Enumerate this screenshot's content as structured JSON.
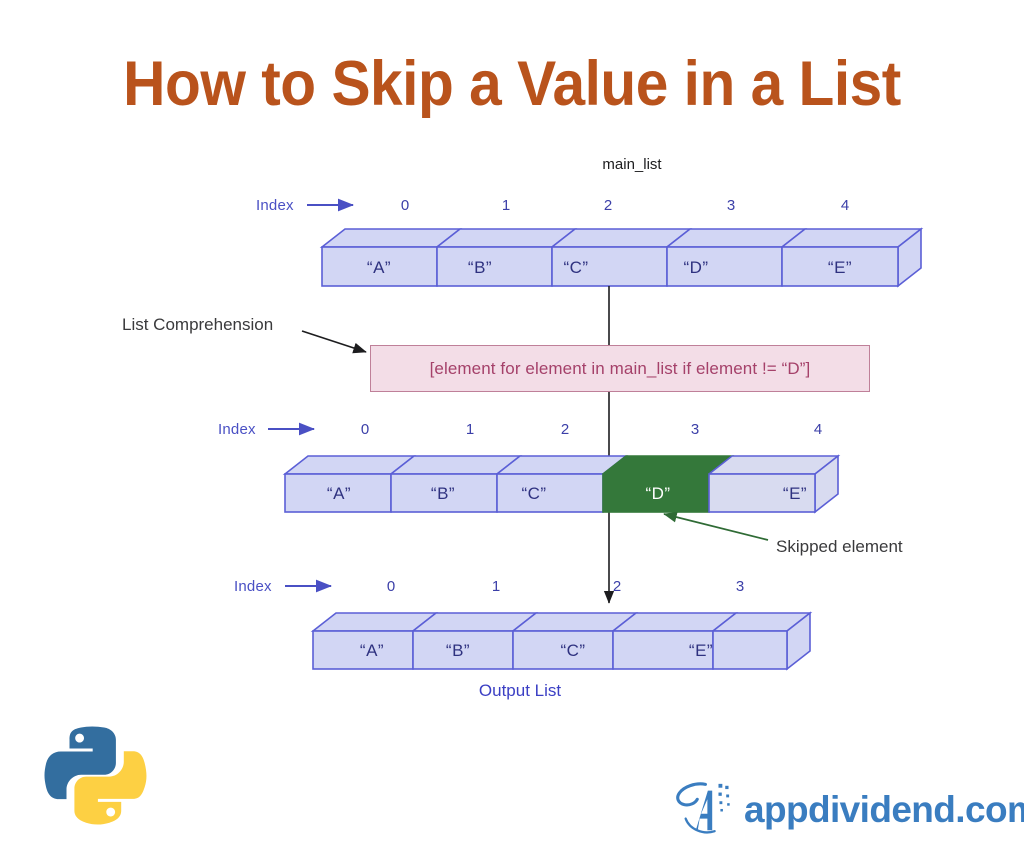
{
  "page": {
    "title": "How to Skip a Value in a List",
    "title_color": "#b9531c",
    "background": "#ffffff"
  },
  "colors": {
    "cell_fill": "#d2d6f4",
    "cell_fill_alt": "#d8dbf0",
    "cell_border": "#5b5fd6",
    "cell_text": "#2f3280",
    "index_blue": "#3b3fa8",
    "skipped_green": "#34783a",
    "code_bg": "#f3dde7",
    "code_border": "#bf8099",
    "code_text": "#a5416a",
    "annotation_gray": "#3a3a3c",
    "brand_blue": "#3a7dc0",
    "python_blue": "#336e9f",
    "python_yellow": "#fdd043"
  },
  "diagram": {
    "index_label": "Index",
    "main_list": {
      "title": "main_list",
      "indices": [
        "0",
        "1",
        "2",
        "3",
        "4"
      ],
      "values": [
        "“A”",
        "“B”",
        "“C”",
        "“D”",
        "“E”"
      ]
    },
    "code": {
      "annotation": "List Comprehension",
      "expression": "[element for element in main_list if element != “D”]"
    },
    "filtered_list": {
      "indices": [
        "0",
        "1",
        "2",
        "3",
        "4"
      ],
      "values": [
        "“A”",
        "“B”",
        "“C”",
        "“D”",
        "“E”"
      ],
      "highlighted_index": 3,
      "highlight_annotation": "Skipped element"
    },
    "output_list": {
      "title": "Output List",
      "indices": [
        "0",
        "1",
        "2",
        "3"
      ],
      "values": [
        "“A”",
        "“B”",
        "“C”",
        "“E”"
      ]
    }
  },
  "branding": {
    "python_logo_name": "python-logo",
    "site_name": "appdividend.com"
  }
}
